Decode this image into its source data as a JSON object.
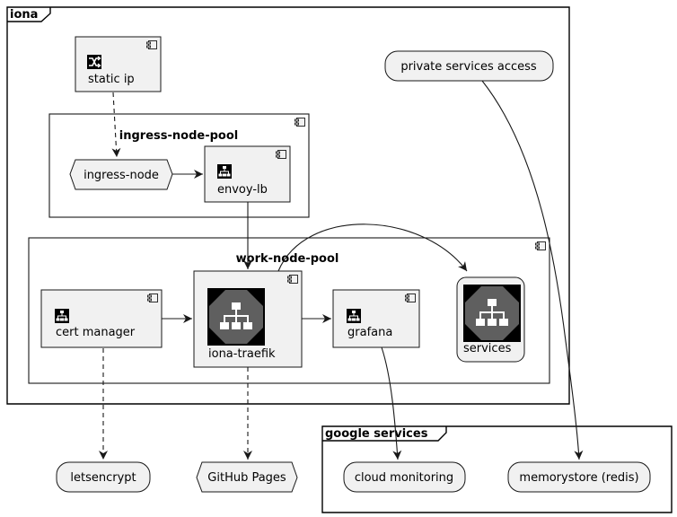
{
  "frames": {
    "iona": "iona",
    "google_services": "google services"
  },
  "pools": {
    "ingress": "ingress-node-pool",
    "work": "work-node-pool"
  },
  "nodes": {
    "static_ip": "static ip",
    "private_services_access": "private services access",
    "ingress_node": "ingress-node",
    "envoy_lb": "envoy-lb",
    "cert_manager": "cert manager",
    "iona_traefik": "iona-traefik",
    "grafana": "grafana",
    "services": "services",
    "letsencrypt": "letsencrypt",
    "github_pages": "GitHub Pages",
    "cloud_monitoring": "cloud monitoring",
    "memorystore": "memorystore (redis)"
  },
  "icons": {
    "static_ip": "shuffle-icon",
    "envoy_lb": "sitemap-icon",
    "cert_manager": "sitemap-icon",
    "grafana": "sitemap-icon",
    "iona_traefik": "sitemap-octagon-icon",
    "services": "sitemap-octagon-icon"
  },
  "colors": {
    "node_fill": "#f1f1f1",
    "stroke": "#181818",
    "icon_dark": "#5f5f5f"
  }
}
